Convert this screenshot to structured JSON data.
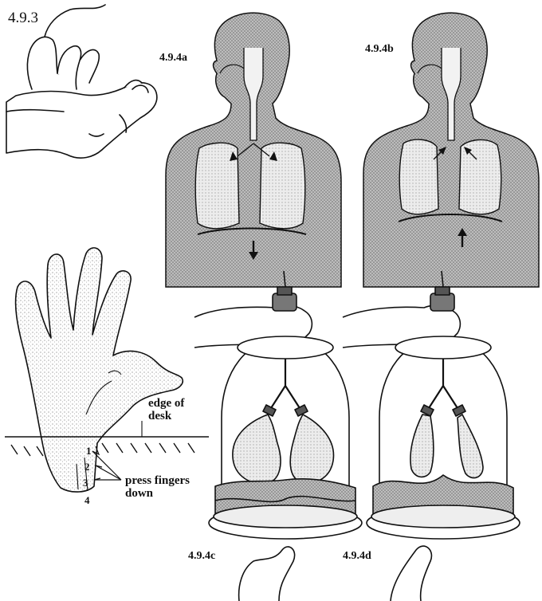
{
  "labels": {
    "fig_493": "4.9.3",
    "fig_494a": "4.9.4a",
    "fig_494b": "4.9.4b",
    "fig_494c": "4.9.4c",
    "fig_494d": "4.9.4d",
    "edge_of_desk": "edge of\ndesk",
    "press_fingers": "press fingers\ndown"
  },
  "finger_numbers": [
    "1",
    "2",
    "3",
    "4"
  ],
  "colors": {
    "ink": "#111111",
    "shade": "#a6a6a6",
    "light": "#e6e6e6",
    "paper": "#ffffff"
  }
}
